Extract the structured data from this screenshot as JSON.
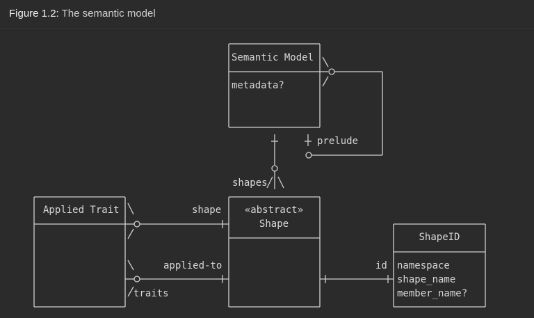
{
  "caption": {
    "figure_number": "Figure 1.2:",
    "title": "The semantic model"
  },
  "semantic_model": {
    "name": "Semantic Model",
    "members": [
      "metadata?"
    ]
  },
  "applied_trait": {
    "name": "Applied Trait"
  },
  "shape": {
    "stereotype": "«abstract»",
    "name": "Shape"
  },
  "shape_id": {
    "name": "ShapeID",
    "members": [
      "namespace",
      "shape_name",
      "member_name?"
    ]
  },
  "relations": {
    "prelude": "prelude",
    "shapes": "shapes",
    "shape": "shape",
    "applied_to": "applied-to",
    "traits": "traits",
    "id": "id"
  }
}
